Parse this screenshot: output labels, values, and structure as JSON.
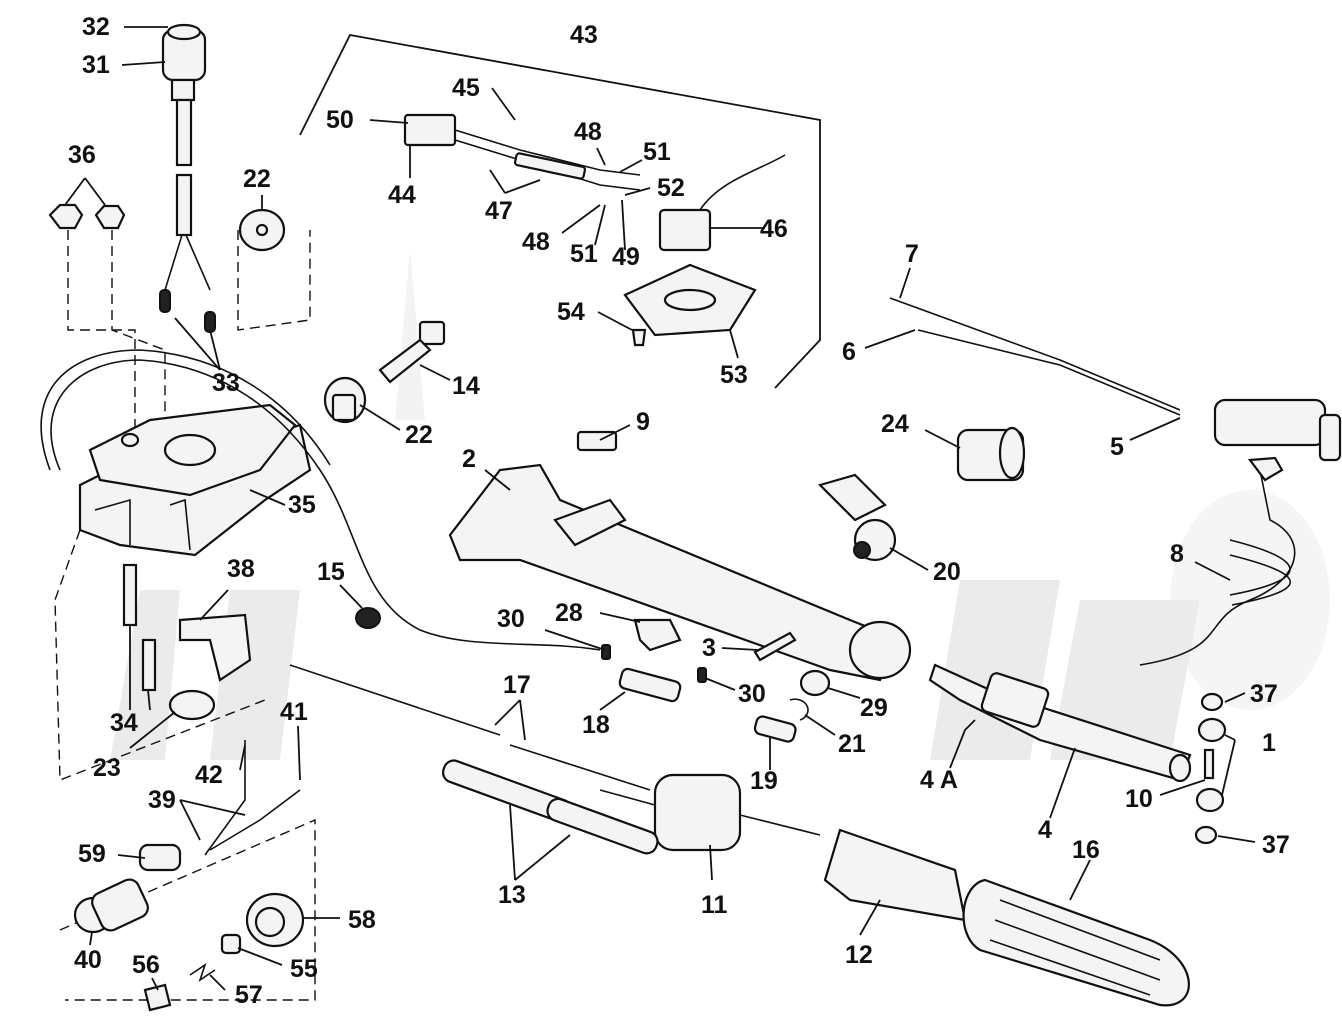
{
  "callouts": [
    {
      "id": "c32",
      "text": "32"
    },
    {
      "id": "c31",
      "text": "31"
    },
    {
      "id": "c43",
      "text": "43"
    },
    {
      "id": "c45",
      "text": "45"
    },
    {
      "id": "c50",
      "text": "50"
    },
    {
      "id": "c48a",
      "text": "48"
    },
    {
      "id": "c51a",
      "text": "51"
    },
    {
      "id": "c52",
      "text": "52"
    },
    {
      "id": "c36",
      "text": "36"
    },
    {
      "id": "c22a",
      "text": "22"
    },
    {
      "id": "c44",
      "text": "44"
    },
    {
      "id": "c47",
      "text": "47"
    },
    {
      "id": "c46",
      "text": "46"
    },
    {
      "id": "c48b",
      "text": "48"
    },
    {
      "id": "c51b",
      "text": "51"
    },
    {
      "id": "c49",
      "text": "49"
    },
    {
      "id": "c7",
      "text": "7"
    },
    {
      "id": "c54",
      "text": "54"
    },
    {
      "id": "c6",
      "text": "6"
    },
    {
      "id": "c53",
      "text": "53"
    },
    {
      "id": "c33",
      "text": "33"
    },
    {
      "id": "c14",
      "text": "14"
    },
    {
      "id": "c22b",
      "text": "22"
    },
    {
      "id": "c9",
      "text": "9"
    },
    {
      "id": "c24",
      "text": "24"
    },
    {
      "id": "c5",
      "text": "5"
    },
    {
      "id": "c2",
      "text": "2"
    },
    {
      "id": "c35",
      "text": "35"
    },
    {
      "id": "c20",
      "text": "20"
    },
    {
      "id": "c8",
      "text": "8"
    },
    {
      "id": "c38",
      "text": "38"
    },
    {
      "id": "c15",
      "text": "15"
    },
    {
      "id": "c28",
      "text": "28"
    },
    {
      "id": "c30a",
      "text": "30"
    },
    {
      "id": "c3",
      "text": "3"
    },
    {
      "id": "c17",
      "text": "17"
    },
    {
      "id": "c30b",
      "text": "30"
    },
    {
      "id": "c29",
      "text": "29"
    },
    {
      "id": "c37a",
      "text": "37"
    },
    {
      "id": "c41",
      "text": "41"
    },
    {
      "id": "c34",
      "text": "34"
    },
    {
      "id": "c18",
      "text": "18"
    },
    {
      "id": "c21",
      "text": "21"
    },
    {
      "id": "c1",
      "text": "1"
    },
    {
      "id": "c42",
      "text": "42"
    },
    {
      "id": "c23",
      "text": "23"
    },
    {
      "id": "c19",
      "text": "19"
    },
    {
      "id": "c4A",
      "text": "4 A"
    },
    {
      "id": "c4",
      "text": "4"
    },
    {
      "id": "c10",
      "text": "10"
    },
    {
      "id": "c39",
      "text": "39"
    },
    {
      "id": "c16",
      "text": "16"
    },
    {
      "id": "c37b",
      "text": "37"
    },
    {
      "id": "c59",
      "text": "59"
    },
    {
      "id": "c13",
      "text": "13"
    },
    {
      "id": "c11",
      "text": "11"
    },
    {
      "id": "c58",
      "text": "58"
    },
    {
      "id": "c12",
      "text": "12"
    },
    {
      "id": "c40",
      "text": "40"
    },
    {
      "id": "c55",
      "text": "55"
    },
    {
      "id": "c56",
      "text": "56"
    },
    {
      "id": "c57",
      "text": "57"
    }
  ]
}
